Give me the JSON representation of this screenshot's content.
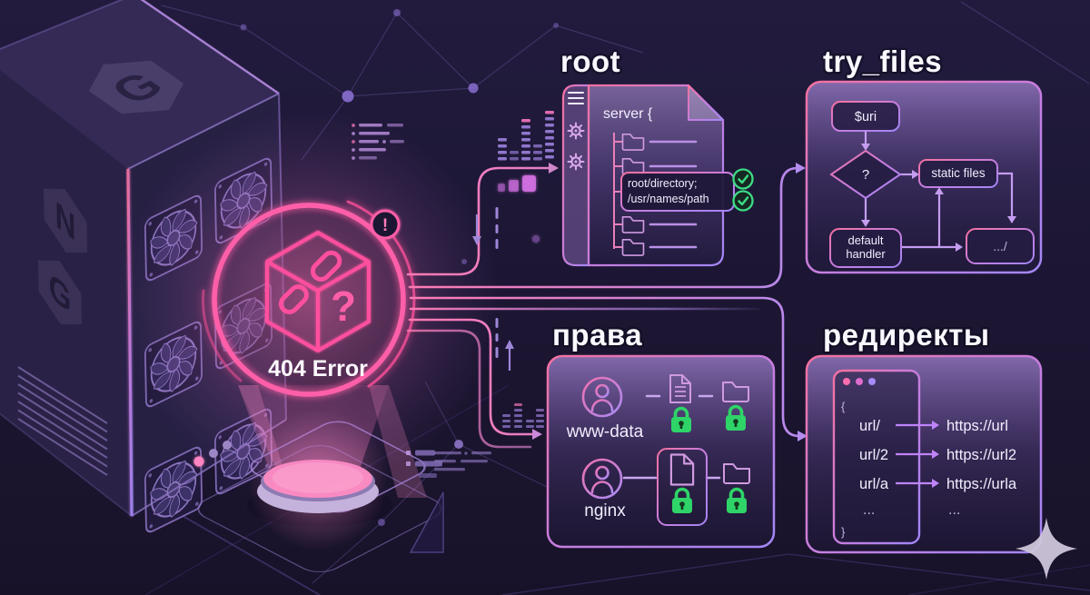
{
  "colors": {
    "accent_pink": "#ff5fa8",
    "accent_purple": "#a78bfa",
    "success_green": "#3ddc84",
    "background": "#1d1734"
  },
  "hologram": {
    "label": "404 Error",
    "alert": "!",
    "question_mark": "?"
  },
  "tower": {
    "top_letter": "G",
    "side_letter1": "N",
    "side_letter2": "G"
  },
  "panels": {
    "root": {
      "title": "root",
      "code_header": "server {",
      "callout_line1": "root/directory;",
      "callout_line2": "/usr/names/path"
    },
    "try_files": {
      "title": "try_files",
      "uri": "$uri",
      "condition": "?",
      "static_files": "static files",
      "handler_line1": "default",
      "handler_line2": "handler",
      "fallback": ".../"
    },
    "permissions": {
      "title": "права",
      "user1": "www-data",
      "user2": "nginx"
    },
    "redirects": {
      "title": "редиректы",
      "open_brace": "{",
      "close_brace": "}",
      "rows": [
        {
          "from": "url/",
          "to": "https://url"
        },
        {
          "from": "url/2",
          "to": "https://url2"
        },
        {
          "from": "url/a",
          "to": "https://urla"
        },
        {
          "from": "...",
          "to": "..."
        }
      ]
    }
  }
}
